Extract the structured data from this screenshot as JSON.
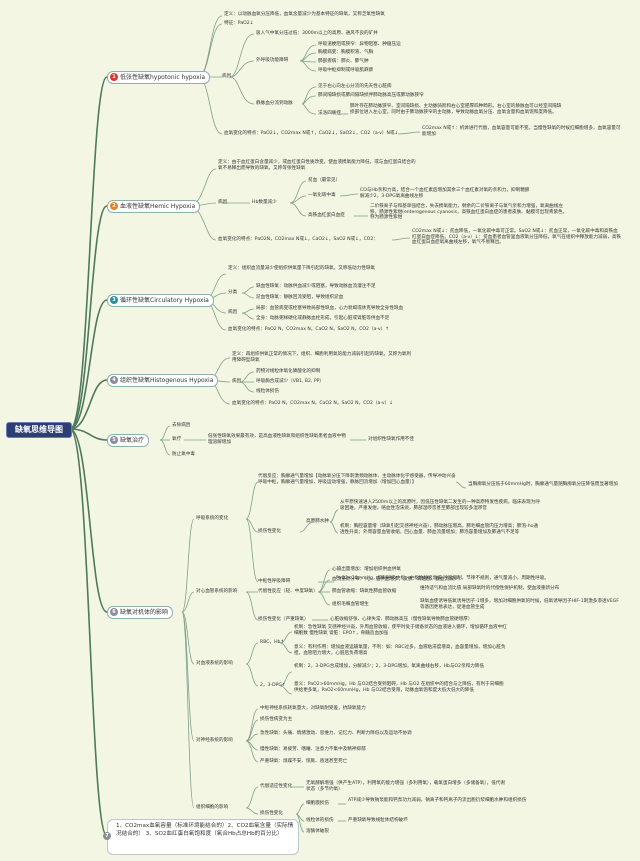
{
  "central_topic": "缺氧思维导图",
  "colors": {
    "red": "#d93b2b",
    "orange": "#e8831f",
    "teal": "#2a8f9a",
    "gray": "#8a8f99"
  },
  "hypotonic": {
    "num": "1",
    "title": "低张性缺氧hypotonic hypoxia",
    "definition": "定义：以动脉血氧分压降低，血氧含量减少为基本特征的缺氧，又称乏氧性缺氧",
    "feature": "特征：PaO2↓",
    "cause_label": "病因",
    "inhaled": "吸入气中氧分压过低：3000m以上的高原、通风不良的矿井",
    "external_label": "外呼吸功能障碍",
    "ext_items": [
      "呼吸道梗阻或狭窄：异物阻塞、肿瘤压迫",
      "胸膜病变：胸膜积液、气胸",
      "肺部疾病：肺炎、肺气肿",
      "呼吸中枢抑制或呼吸肌麻痹"
    ],
    "venous_label": "静脉血分流到动脉",
    "ven_items": [
      "见于右心向左心分流的先天性心脏病",
      "肺间隔缺损或肺间隔缺损伴肺动脉高压或肺动脉狭窄"
    ],
    "shunt_label": "法洛四联症",
    "shunt_text": "肺叶存在肺动脉狭窄、室间隔缺损、主动脉骑跨和右心室肥厚四种畸形。右心室的静脉血可以经室间隔缺损部位进入左心室，同时由于肺动脉狭窄的主动脉，导致动脉血氧分压、血氧含量和血氧饱和度降低。",
    "gas_change": "血氧变化的特点：PaO2↓，CO2max N或↑，CaO2↓，SaO2↓，CO2（a-v）N或↓",
    "gas_note": "CO2max N或↑：机体进行代偿，血氧容量可能不变。当慢性缺氧的时候红细胞增多，血氧容量可能增加"
  },
  "hemic": {
    "num": "2",
    "title": "血液性缺氧Hemic Hypoxia",
    "definition": "定义：由于血红蛋白含量减少，或血红蛋白性质改变，使血液携氧能力降低，或与血红蛋白结合的氧不易释出而导致的缺氧，又称等张性缺氧",
    "cause_label": "病因",
    "hb_label": "Hb数量减少",
    "anemia": "贫血（最常见）",
    "co_label": "一氧化碳中毒",
    "co_text": "CO与Hb亲和力高，结合一个血红素后增加其余三个血红素对氧的亲和力，抑制糖酵解减少2，3-DPG氧离曲线左移",
    "met_label": "高铁血红蛋白血症",
    "met_text": "二价铁离子与和基单强结合，失去携氧能力，剩余的二价铁离子与氧气亲和力增强，氧离曲线左移。肠源性紫绀(enterogenous cyanosis，高铁血红蛋白血症的患者皮肤、黏膜可出现青紫色，称为肠源性紫绀",
    "gas_change": "血氧变化的特点：PaO2N，CO2max N或↓，CaO2↓，SaO2 N或↓，CO2：",
    "gas_note": "CO2max N或↓：贫血降低，一氧化碳中毒可正常。SaO2 N或↓：贫血正常，一氧化碳中毒和高铁血红蛋白血症降低。CO2（a-v）↓：贫血患者血管里血液氧分压降低，氧气在组织中释放能力减弱，高铁血红蛋白血症氧离曲线左移，氧气不易释出。"
  },
  "circulatory": {
    "num": "3",
    "title": "循环性缺氧Circulatory Hypoxia",
    "definition": "定义：组织血流量减少使组织供氧量下降引起的缺氧，又称低动力性缺氧",
    "type_label": "分类",
    "types": [
      "缺血性缺氧：动脉供血减少或阻塞，导致动脉血流灌注不足",
      "淤血性缺氧：静脉回流受阻，导致组织淤血"
    ],
    "cause_label": "病因",
    "causes": [
      "局部：血管病变或栓塞导致局部性缺血，心力衰竭或休克导致全身性缺血",
      "全身：动脉粥样硬化或静脉血栓形成，引起心脏或肾脏等供血不足"
    ],
    "gas_change": "血氧变化的特点：PaO2 N，CO2max N，CaO2 N，SaO2 N，CO2（a-v）↑"
  },
  "histogenous": {
    "num": "4",
    "title": "组织性缺氧Histogenous Hypoxia",
    "definition": "定义：再组织供氧正常的情况下，组织、细胞利用氧的能力减弱引起的缺氧，又称为氧利用障碍型缺氧",
    "cause_label": "病因",
    "causes": [
      "药物对线粒体氧化磷酸化的抑制",
      "呼吸酶合成减少（VB1, B2, PP）",
      "线粒体损伤"
    ],
    "gas_change": "血氧变化的特点：PaO2 N，CO2max N，CaO2 N，SaO2 N，CO2（a-v）↓"
  },
  "treatment": {
    "num": "5",
    "title": "缺氧治疗",
    "items": [
      "去除病因",
      "氧疗",
      "防止氧中毒"
    ],
    "oxy_text": "低张性缺氧效果最有效，是高血液性缺氧和组织性缺氧患者血液中物理溶解增加",
    "oxy_note": "对组织性缺氧作用不佳"
  },
  "effects": {
    "num": "6",
    "title": "缺氧对机体的影响",
    "resp_label": "呼吸系统的变化",
    "resp_comp_label": "代偿反应",
    "resp_comp_text": "代偿反应：胸廓通气量增加【动脉氧分压下降刺激颈动脉体、主动脉体化学感受器，传导冲动兴奋呼吸中枢，胸廓通气量增加，呼吸运动增强，静脉回流增加（增加回心血量）】",
    "resp_comp_note": "当胸廓氧分压低于60mmHg时，胸廓通气量随胸廓氧分压降低而显著增加",
    "resp_loss_label": "损伤性变化",
    "hape_label": "高原肺水肿",
    "hape_text1": "从平原快速进入2500m以上的高原时，因低压性缺氧二发生的一种高原特发性疾病，临床表现为呼吸困难，严重发绀，咯血性泡沫痰，肺部湿啰音甚至肺部出现较多湿啰音",
    "hape_text2": "机制：胸腔容量增（缺氧引起交感神经兴奋），肺动脉压增高，肺毛细血管内压力增高；肺泡-ho通透性升高；外周容量血管收缩，回心血量、肺血流量增加；肺泡容量增加及肺通气不足等",
    "central_label": "中枢性呼吸障碍",
    "central_text": "PaO2<30mmHg，抑制呼吸中枢—中枢性呼吸衰竭 呼吸抑制，节律不规则，通气量减小，周期性呼吸。",
    "cardio_label": "对心血管系统的影响",
    "cardio_comp_label": "代偿性反应（轻、中度缺氧）",
    "cardio_items": [
      "心输出量增加：增加组织供血供氧",
      "血流重新分布：（心、脑供血增多，皮肤、骨骼肌、腹血流减少）",
      "肺血管收缩：缺氧性肺血管收缩",
      "组织毛细血管增生"
    ],
    "cardio_notes": [
      "维持适气和血流比值 局部缺氧时的代偿性保护机制，使血液重新分布",
      "缺氧血使诱导低氧诱导因子-1增多，增加对细胞供氧的时候，低氧诱导因子HIF-1刺激多渗透VEGF等基因更易表达，促进血管生成"
    ],
    "cardio_loss_label": "损伤性变化（严重缺氧）",
    "cardio_loss_text": "心脏收缩舒张、心律失常、肺动脉高压（慢性缺氧导致肺血管硬增厚）",
    "blood_label": "对血液系统的影响",
    "rbc_label": "RBC，Hb↑",
    "rbc_text1": "机制：急性缺氧 交感神经兴奋，外周血管收缩，使平时处于储备状态的血液进入循环，增加循环血液中红细胞数 慢性缺氧 肾脏：EPO↑，骨髓造血加强",
    "rbc_text2": "意义：有利作用：增加血液运输氧量，不利：如：RBC过多，血液粘滞度增高，血容量增加，增加心脏负担，血管阻力增大，心脏后负荷增高",
    "dpg_label": "2，3-DPG↑",
    "dpg_text1": "机制：2，3-DPG合成增加，分解减少；2，3-DPG增加，氧离曲线右移，Hb与O2亲和力降低",
    "dpg_text2": "意义：PaO2>60mmHg，Hb 与O2结合受到阻碍，Hb 与O2 在组织中的结合与之降低，有利于向细胞供给更多氧，PaO2<60mmHg，Hb 与O2结合受限，动脉血氧饱和度大低大低大的降低",
    "cns_label": "对神经系统的影响",
    "cns_items": [
      "中枢神经系统耗氧量大，对缺氧耐受差，抗缺氧能力",
      "损伤性病变为主",
      "急性缺氧：头痛、情绪激动、思维力、记忆力、判断力降低以及运动不协调",
      "慢性缺氧：易疲劳、嗜睡、注意力不集中及精神抑郁",
      "严重缺氧：烦躁不安、惊厥、昏迷甚至死亡"
    ],
    "tissue_label": "组织细胞的影响",
    "tissue_comp_label": "代偿适应性变化",
    "tissue_comp_items": [
      "无氧酵解增强（供产生ATP），利用氧的能力增强（多利用氧），载氧蛋白增多（多储备氧），低代谢状态（多节约氧）"
    ],
    "tissue_loss_label": "损伤性变化",
    "membrane_label": "细胞膜损伤",
    "membrane_text": "ATP减少导致钠泵能和钙泵功力减弱，钠离子和钙离子内流出胞衍浆细胞水肿和组织损伤",
    "mito_label": "线粒体的损伤",
    "mito_text": "严重缺氧导致线粒体结构破坏",
    "lyso_label": "溶酶体破裂"
  },
  "summary": {
    "num": "7",
    "text": "1、CO2max血氧容量（标准环境能结合的）2、CO2血氧含量（实际情况结合的） 3、SO2血红蛋白氧饱和度（氧合Hb占总Hb的百分比）"
  }
}
